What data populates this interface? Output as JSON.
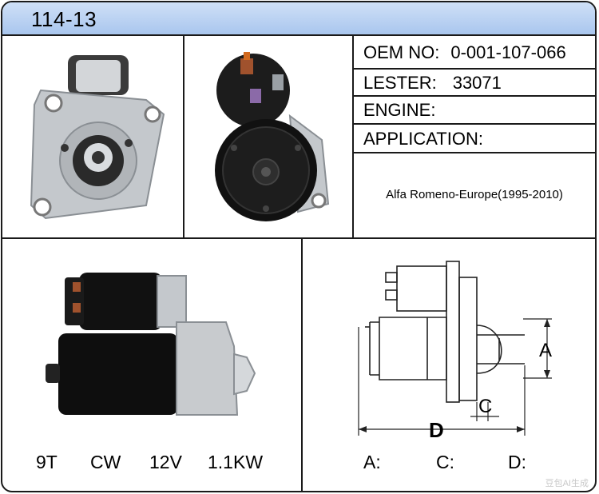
{
  "header": {
    "title": "114-13"
  },
  "specs": {
    "oem": {
      "label": "OEM NO:",
      "value": "0-001-107-066"
    },
    "lester": {
      "label": "LESTER:",
      "value": "33071"
    },
    "engine": {
      "label": "ENGINE:",
      "value": ""
    },
    "application": {
      "label": "APPLICATION:",
      "value": "Alfa Romeno-Europe(1995-2010)"
    }
  },
  "features": {
    "teeth": "9T",
    "rotation": "CW",
    "voltage": "12V",
    "power": "1.1KW"
  },
  "dimensions": {
    "a_label": "A:",
    "c_label": "C:",
    "d_label": "D:",
    "drawing_a": "A",
    "drawing_c": "C",
    "drawing_d": "D"
  },
  "watermark": "豆包AI生成",
  "colors": {
    "header_bg": "#b9d1f2",
    "border": "#1a1a1a",
    "motor_black": "#111111",
    "housing_silver": "#c9cccf"
  }
}
